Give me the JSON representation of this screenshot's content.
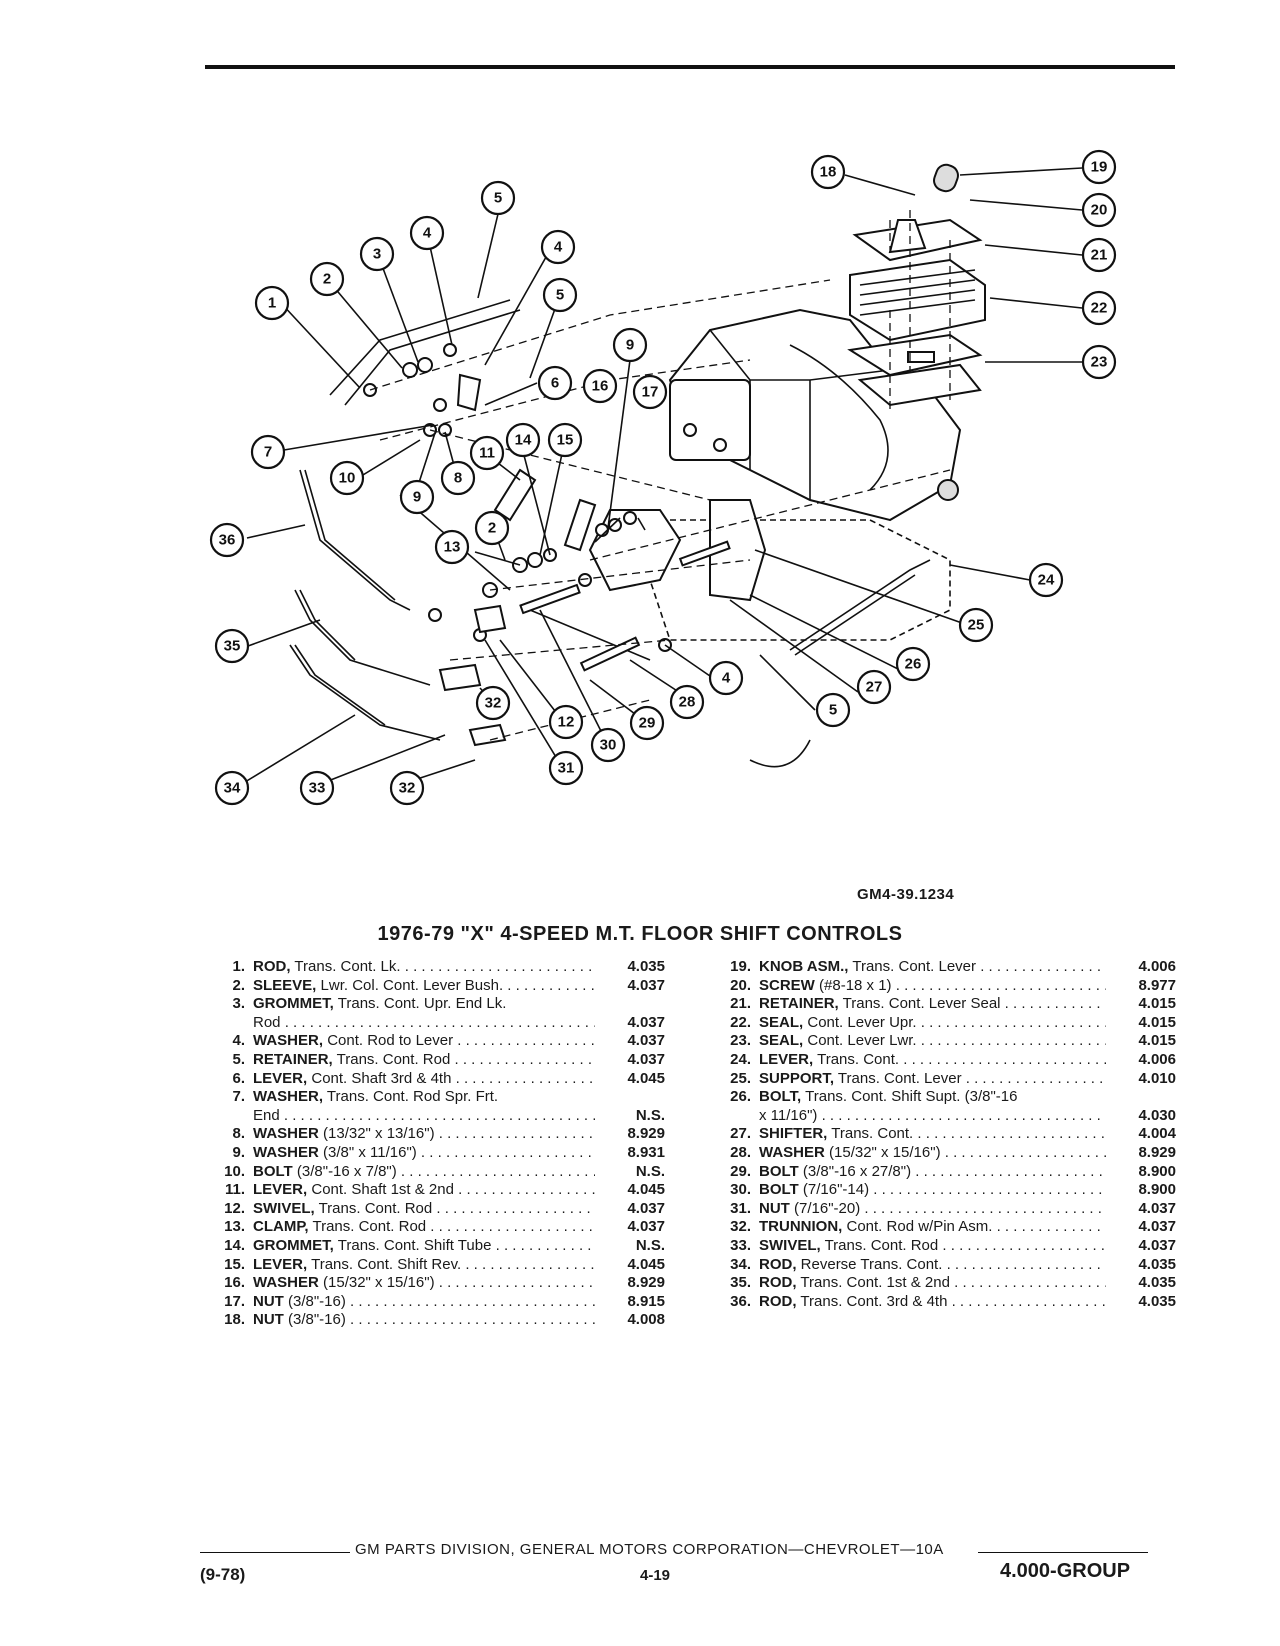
{
  "figure_code": "GM4-39.1234",
  "title": "1976-79 \"X\" 4-SPEED M.T. FLOOR SHIFT CONTROLS",
  "callout_labels": [
    "1",
    "2",
    "3",
    "4",
    "5",
    "4",
    "5",
    "6",
    "7",
    "8",
    "9",
    "10",
    "11",
    "9",
    "16",
    "17",
    "14",
    "15",
    "2",
    "13",
    "36",
    "35",
    "34",
    "33",
    "32",
    "32",
    "31",
    "30",
    "12",
    "29",
    "28",
    "4",
    "5",
    "27",
    "26",
    "25",
    "24",
    "18",
    "19",
    "20",
    "21",
    "22",
    "23"
  ],
  "parts_left": [
    {
      "num": "1.",
      "name": "ROD,",
      "desc": "Trans. Cont. Lk.",
      "pn": "4.035"
    },
    {
      "num": "2.",
      "name": "SLEEVE,",
      "desc": "Lwr. Col. Cont. Lever Bush.",
      "pn": "4.037"
    },
    {
      "num": "3.",
      "name": "GROMMET,",
      "desc": "Trans. Cont. Upr. End Lk.",
      "pn": ""
    },
    {
      "num": "",
      "name": "",
      "desc": "Rod",
      "pn": "4.037"
    },
    {
      "num": "4.",
      "name": "WASHER,",
      "desc": "Cont. Rod to Lever",
      "pn": "4.037"
    },
    {
      "num": "5.",
      "name": "RETAINER,",
      "desc": "Trans. Cont. Rod",
      "pn": "4.037"
    },
    {
      "num": "6.",
      "name": "LEVER,",
      "desc": "Cont. Shaft 3rd & 4th",
      "pn": "4.045"
    },
    {
      "num": "7.",
      "name": "WASHER,",
      "desc": "Trans. Cont. Rod Spr. Frt.",
      "pn": ""
    },
    {
      "num": "",
      "name": "",
      "desc": "End",
      "pn": "N.S."
    },
    {
      "num": "8.",
      "name": "WASHER",
      "desc": "(13/32\" x 13/16\")",
      "pn": "8.929"
    },
    {
      "num": "9.",
      "name": "WASHER",
      "desc": "(3/8\" x 11/16\")",
      "pn": "8.931"
    },
    {
      "num": "10.",
      "name": "BOLT",
      "desc": "(3/8\"-16 x 7/8\")",
      "pn": "N.S."
    },
    {
      "num": "11.",
      "name": "LEVER,",
      "desc": "Cont. Shaft 1st & 2nd",
      "pn": "4.045"
    },
    {
      "num": "12.",
      "name": "SWIVEL,",
      "desc": "Trans. Cont. Rod",
      "pn": "4.037"
    },
    {
      "num": "13.",
      "name": "CLAMP,",
      "desc": "Trans. Cont. Rod",
      "pn": "4.037"
    },
    {
      "num": "14.",
      "name": "GROMMET,",
      "desc": "Trans. Cont. Shift Tube",
      "pn": "N.S."
    },
    {
      "num": "15.",
      "name": "LEVER,",
      "desc": "Trans. Cont. Shift Rev.",
      "pn": "4.045"
    },
    {
      "num": "16.",
      "name": "WASHER",
      "desc": "(15/32\" x 15/16\")",
      "pn": "8.929"
    },
    {
      "num": "17.",
      "name": "NUT",
      "desc": "(3/8\"-16)",
      "pn": "8.915"
    },
    {
      "num": "18.",
      "name": "NUT",
      "desc": "(3/8\"-16)",
      "pn": "4.008"
    }
  ],
  "parts_right": [
    {
      "num": "19.",
      "name": "KNOB ASM.,",
      "desc": "Trans. Cont. Lever",
      "pn": "4.006"
    },
    {
      "num": "20.",
      "name": "SCREW",
      "desc": "(#8-18 x 1)",
      "pn": "8.977"
    },
    {
      "num": "21.",
      "name": "RETAINER,",
      "desc": "Trans. Cont. Lever Seal",
      "pn": "4.015"
    },
    {
      "num": "22.",
      "name": "SEAL,",
      "desc": "Cont. Lever Upr.",
      "pn": "4.015"
    },
    {
      "num": "23.",
      "name": "SEAL,",
      "desc": "Cont. Lever Lwr.",
      "pn": "4.015"
    },
    {
      "num": "24.",
      "name": "LEVER,",
      "desc": "Trans. Cont.",
      "pn": "4.006"
    },
    {
      "num": "25.",
      "name": "SUPPORT,",
      "desc": "Trans. Cont. Lever",
      "pn": "4.010"
    },
    {
      "num": "26.",
      "name": "BOLT,",
      "desc": "Trans. Cont. Shift Supt. (3/8\"-16",
      "pn": ""
    },
    {
      "num": "",
      "name": "",
      "desc": "x 11/16\")",
      "pn": "4.030"
    },
    {
      "num": "27.",
      "name": "SHIFTER,",
      "desc": "Trans. Cont.",
      "pn": "4.004"
    },
    {
      "num": "28.",
      "name": "WASHER",
      "desc": "(15/32\" x 15/16\")",
      "pn": "8.929"
    },
    {
      "num": "29.",
      "name": "BOLT",
      "desc": "(3/8\"-16 x 27/8\")",
      "pn": "8.900"
    },
    {
      "num": "30.",
      "name": "BOLT",
      "desc": "(7/16\"-14)",
      "pn": "8.900"
    },
    {
      "num": "31.",
      "name": "NUT",
      "desc": "(7/16\"-20)",
      "pn": "4.037"
    },
    {
      "num": "32.",
      "name": "TRUNNION,",
      "desc": "Cont. Rod w/Pin Asm.",
      "pn": "4.037"
    },
    {
      "num": "33.",
      "name": "SWIVEL,",
      "desc": "Trans. Cont. Rod",
      "pn": "4.037"
    },
    {
      "num": "34.",
      "name": "ROD,",
      "desc": "Reverse Trans. Cont.",
      "pn": "4.035"
    },
    {
      "num": "35.",
      "name": "ROD,",
      "desc": "Trans. Cont. 1st & 2nd",
      "pn": "4.035"
    },
    {
      "num": "36.",
      "name": "ROD,",
      "desc": "Trans. Cont. 3rd & 4th",
      "pn": "4.035"
    }
  ],
  "footer": {
    "source": "GM PARTS DIVISION, GENERAL MOTORS CORPORATION—CHEVROLET—10A",
    "date": "(9-78)",
    "page": "4-19",
    "group": "4.000-GROUP"
  }
}
